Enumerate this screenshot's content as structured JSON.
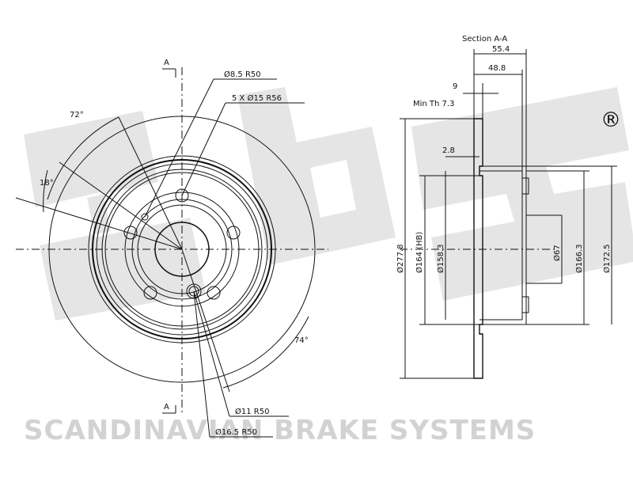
{
  "watermark": {
    "brand_text": "SCANDINAVIAN BRAKE SYSTEMS",
    "registered_mark": "®"
  },
  "front_view": {
    "section_marker_top": "A",
    "section_marker_bottom": "A",
    "callouts": {
      "hole_small": "Ø8.5 R50",
      "bolt_holes": "5 X Ø15 R56",
      "hole_mid": "Ø11 R50",
      "hole_large": "Ø16.5 R50"
    },
    "angles": {
      "top": "72°",
      "side": "18°",
      "bottom": "74°"
    }
  },
  "section_view": {
    "title": "Section A-A",
    "dims": {
      "total_width": "55.4",
      "hub_width": "48.8",
      "disc_thickness": "9",
      "min_thickness": "Min Th 7.3",
      "hat_wall": "2.8",
      "outer_diameter": "Ø277.8",
      "hb_diameter": "Ø164 (HB)",
      "inner_diameter": "Ø158.3",
      "center_bore": "Ø67",
      "hub_diameter": "Ø166.3",
      "hub_outer_diameter": "Ø172.5"
    }
  }
}
